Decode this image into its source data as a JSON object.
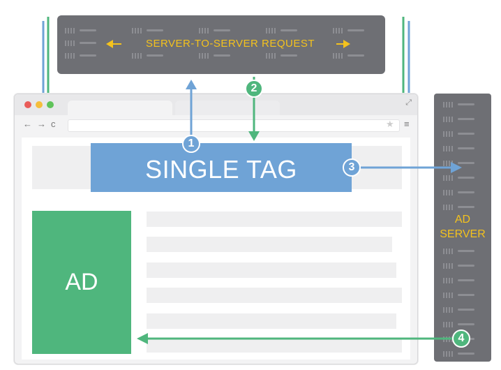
{
  "server_request": {
    "label": "SERVER-TO-SERVER REQUEST"
  },
  "page": {
    "single_tag": "SINGLE TAG",
    "ad": "AD"
  },
  "ad_server": {
    "line1": "AD",
    "line2": "SERVER"
  },
  "steps": {
    "s1": "1",
    "s2": "2",
    "s3": "3",
    "s4": "4"
  },
  "colors": {
    "blue": "#6fa3d6",
    "green": "#4fb67d",
    "gray": "#6e6f74",
    "yellow": "#f4c21d"
  }
}
